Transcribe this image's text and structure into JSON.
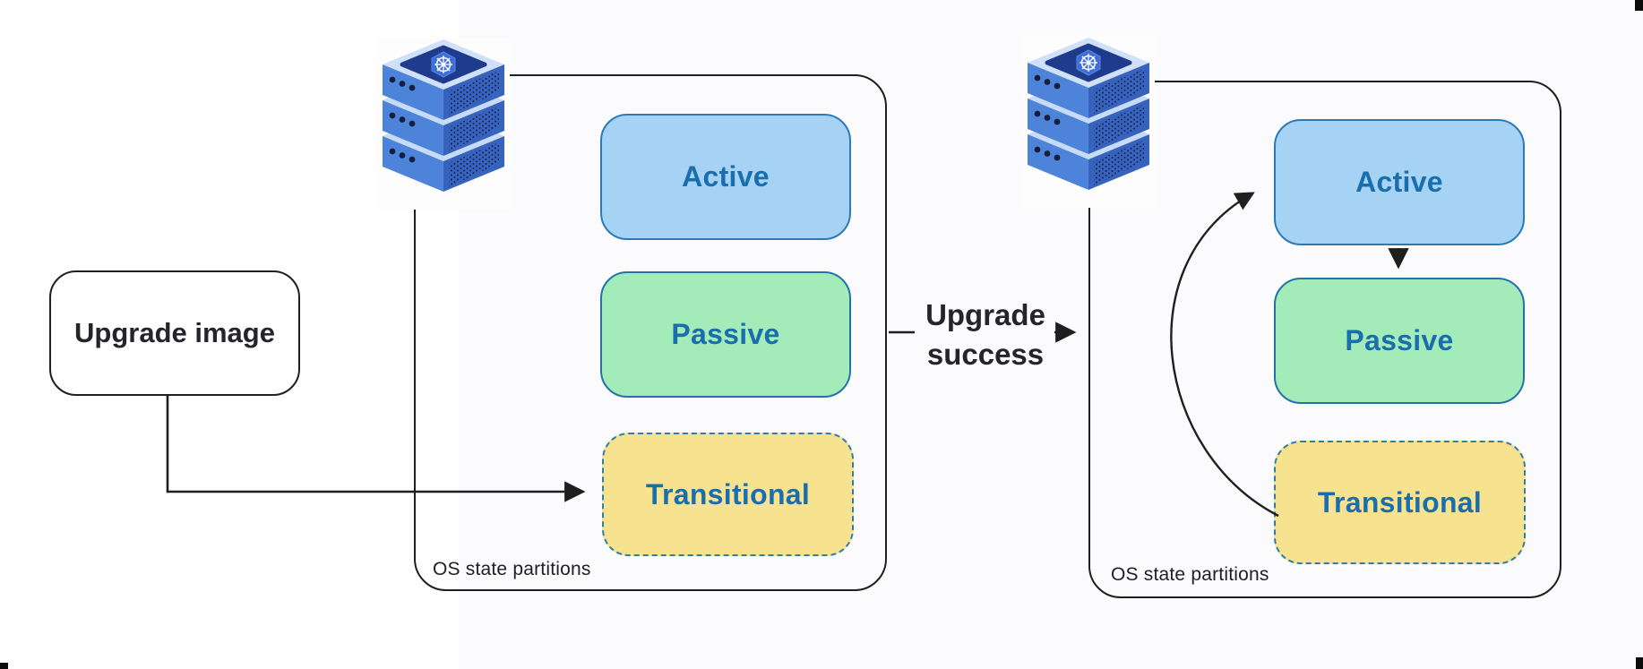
{
  "diagram": {
    "type": "flow-diagram",
    "topic": "OS state partitions before and after an upgrade",
    "background_color": "#fbfafd"
  },
  "left_cluster": {
    "upgrade_image_label": "Upgrade image",
    "container_caption": "OS state partitions",
    "server_icon": "kubernetes-server-stack-icon"
  },
  "right_cluster": {
    "container_caption": "OS state partitions",
    "server_icon": "kubernetes-server-stack-icon"
  },
  "middle": {
    "transition_label_line1": "Upgrade",
    "transition_label_line2": "success",
    "transition_label_full": "Upgrade success"
  },
  "states": {
    "active": {
      "label": "Active",
      "fill": "#a6d3f3",
      "border": "#2b7ab8",
      "border_style": "solid",
      "text_color": "#1b6eae"
    },
    "passive": {
      "label": "Passive",
      "fill": "#a3ecb9",
      "border": "#2273a9",
      "border_style": "solid",
      "text_color": "#1b6eae"
    },
    "transitional": {
      "label": "Transitional",
      "fill": "#f7e38f",
      "border": "#2e7ea7",
      "border_style": "dashed",
      "text_color": "#1b6eae"
    }
  },
  "flows": [
    {
      "from": "upgrade-image",
      "to": "transitional-before",
      "style": "elbow-arrow"
    },
    {
      "from": "partitions-before",
      "to": "partitions-after",
      "label": "Upgrade success",
      "style": "dash-text-arrow"
    },
    {
      "from": "active-after",
      "to": "passive-after",
      "style": "straight-arrow"
    },
    {
      "from": "transitional-after",
      "to": "active-after",
      "style": "curved-arrow"
    }
  ],
  "colors": {
    "line_black": "#1f1f1f",
    "server_top_face": "#c7dbf7",
    "server_left_face": "#4e83da",
    "server_right_face": "#3763bf",
    "server_panel_dark": "#1f3c8c",
    "kubernetes_hexagon": "#3e6ed6",
    "kubernetes_wheel": "#ffffff"
  }
}
